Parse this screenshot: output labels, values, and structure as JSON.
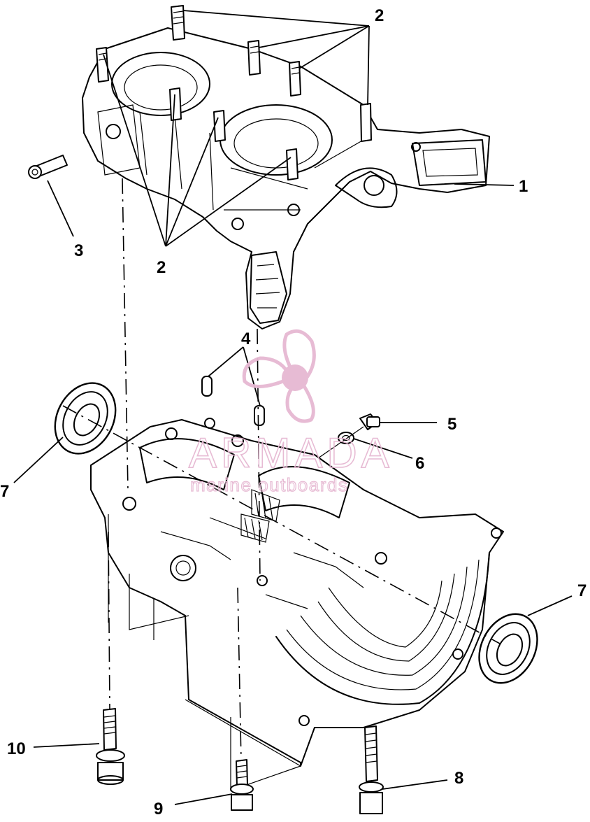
{
  "callouts": {
    "c1": "1",
    "c2a": "2",
    "c2b": "2",
    "c3": "3",
    "c4": "4",
    "c5": "5",
    "c6": "6",
    "c7a": "7",
    "c7b": "7",
    "c8": "8",
    "c9": "9",
    "c10": "10"
  },
  "watermark": {
    "title": "ARMADA",
    "subtitle": "marine outboards",
    "color": "#e6b8d2"
  }
}
